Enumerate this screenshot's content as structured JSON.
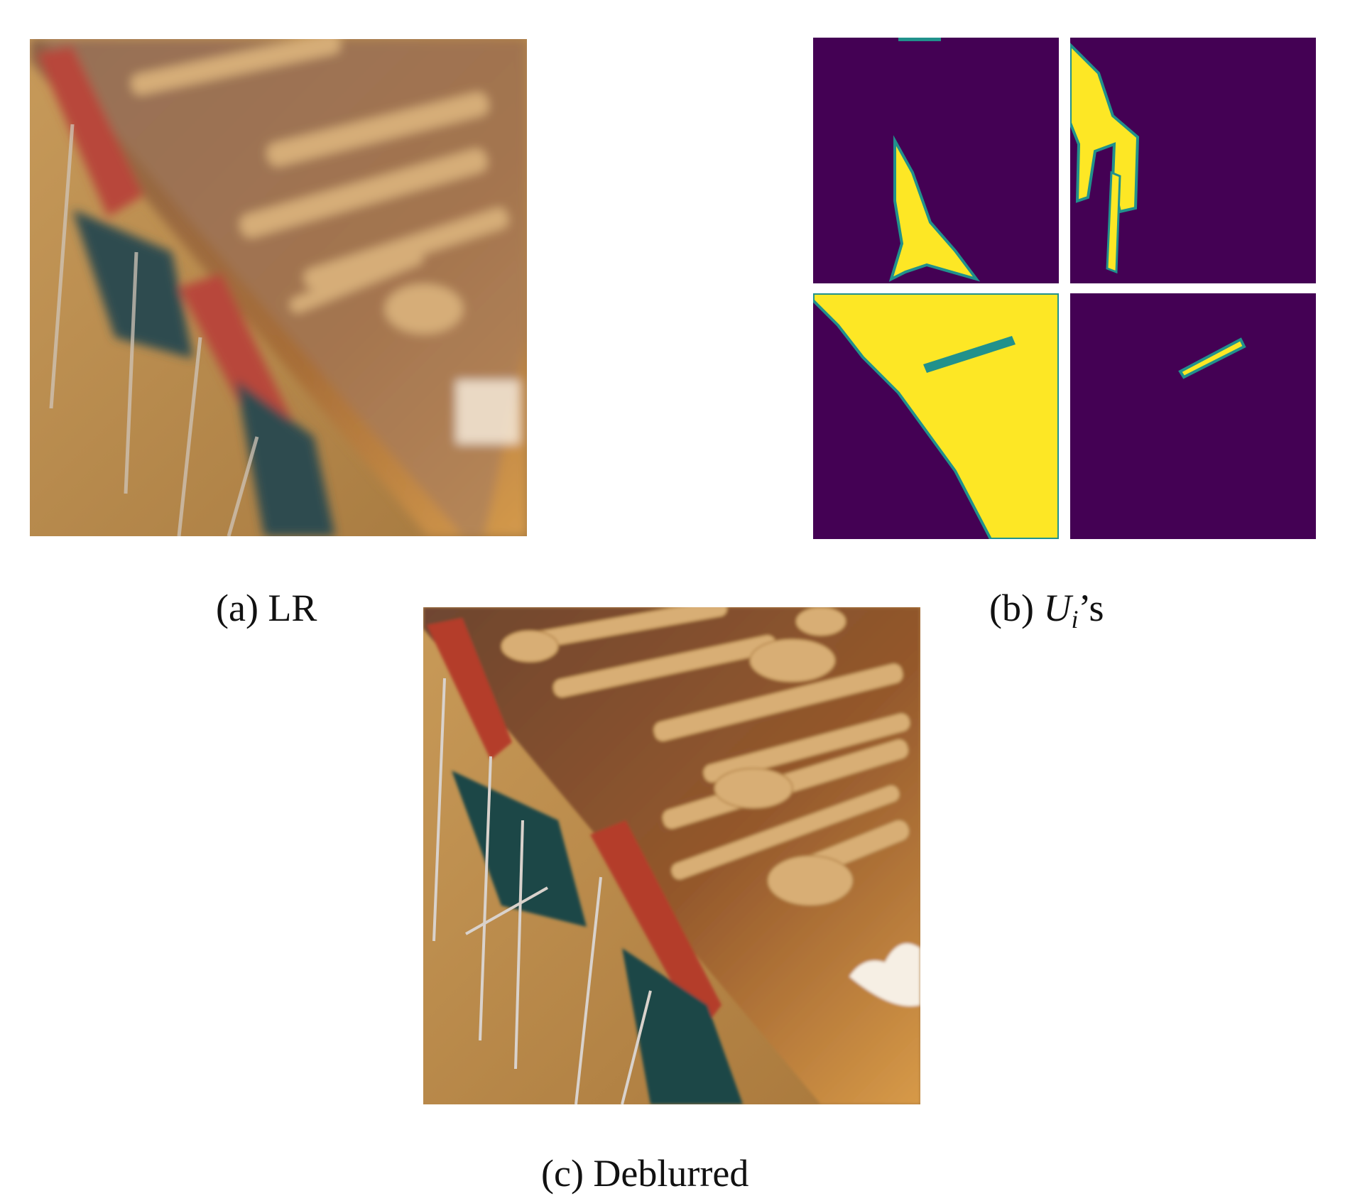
{
  "figure": {
    "panel_a": {
      "caption": "(a) LR",
      "image": "blurry-low-resolution-photo-of-table-with-chairs-and-wooden-utensils"
    },
    "panel_b": {
      "caption_prefix": "(b) ",
      "caption_symbol": "U",
      "caption_subscript": "i",
      "caption_suffix": "’s",
      "image": "four-segmentation-masks-purple-and-yellow"
    },
    "panel_c": {
      "caption": "(c) Deblurred",
      "image": "sharpened-photo-of-table-with-chairs-and-wooden-utensils"
    },
    "colors": {
      "mask_background": "#440154",
      "mask_foreground": "#fde725",
      "mask_edge": "#21918c"
    }
  }
}
